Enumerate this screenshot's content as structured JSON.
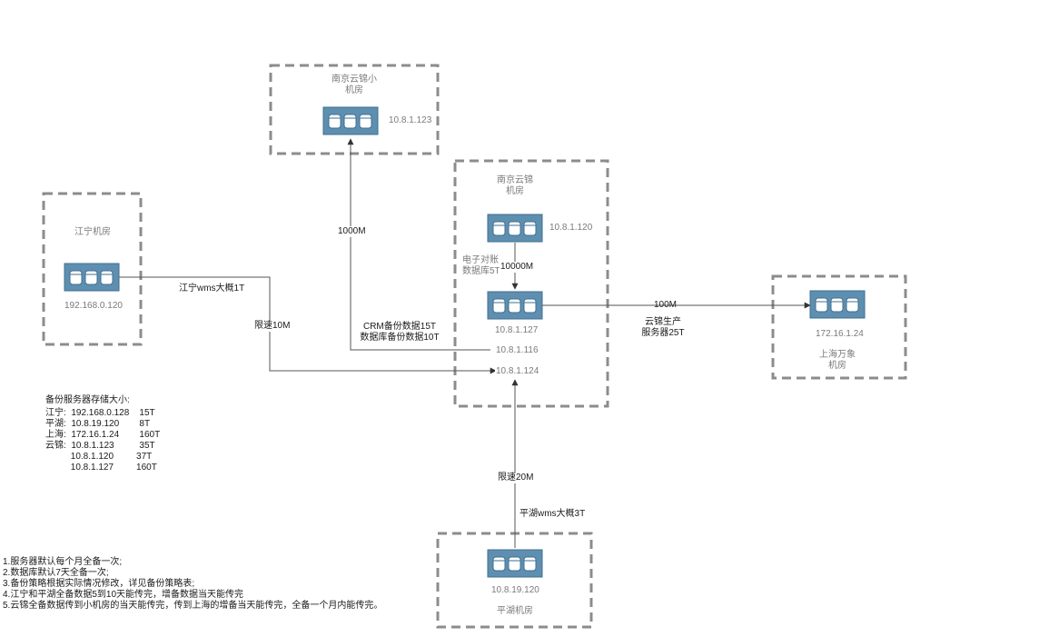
{
  "rooms": {
    "small": {
      "name_line1": "南京云锦小",
      "name_line2": "机房",
      "server_ip": "10.8.1.123"
    },
    "jiangning": {
      "name": "江宁机房",
      "server_ip": "192.168.0.120"
    },
    "yunjin": {
      "name_line1": "南京云锦",
      "name_line2": "机房",
      "server_a_ip": "10.8.1.120",
      "server_b_ip": "10.8.1.127",
      "ip_116": "10.8.1.116",
      "ip_124": "10.8.1.124",
      "side_label_line1": "电子对账",
      "side_label_line2": "数据库5T"
    },
    "shanghai": {
      "name_line1": "上海万象",
      "name_line2": "机房",
      "server_ip": "172.16.1.24"
    },
    "pinghu": {
      "name": "平湖机房",
      "server_ip": "10.8.19.120"
    }
  },
  "links": {
    "small_bw": "1000M",
    "internal_bw": "10000M",
    "jiangning_desc": "江宁wms大概1T",
    "jiangning_limit": "限速10M",
    "crm_line1": "CRM备份数据15T",
    "crm_line2": "数据库备份数据10T",
    "shanghai_bw": "100M",
    "shanghai_desc_line1": "云锦生产",
    "shanghai_desc_line2": "服务器25T",
    "pinghu_limit": "限速20M",
    "pinghu_desc": "平湖wms大概3T"
  },
  "storage": {
    "title": "备份服务器存储大小:",
    "rows": [
      "江宁:  192.168.0.128    15T",
      "平湖:  10.8.19.120        8T",
      "上海:  172.16.1.24        160T",
      "云锦:  10.8.1.123          35T",
      "          10.8.1.120         37T",
      "          10.8.1.127         160T"
    ]
  },
  "notes": [
    "1.服务器默认每个月全备一次;",
    "2.数据库默认7天全备一次;",
    "3.备份策略根据实际情况修改，详见备份策略表;",
    "4.江宁和平湖全备数据5到10天能传完，增备数据当天能传完",
    "5.云锦全备数据传到小机房的当天能传完，传到上海的增备当天能传完，全备一个月内能传完。"
  ],
  "colors": {
    "server_fill": "#5f8fb0",
    "server_stroke": "#3f6f90",
    "dashed_border": "#8c8c8c",
    "line": "#555555"
  }
}
